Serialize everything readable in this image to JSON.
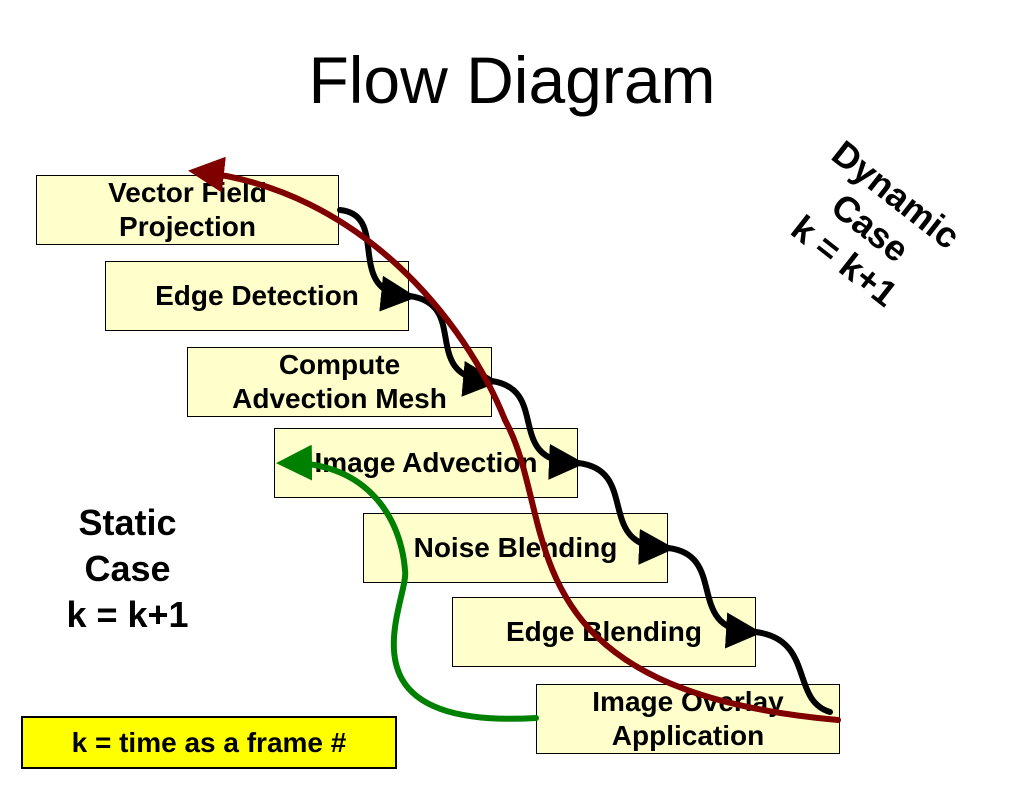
{
  "title": "Flow Diagram",
  "steps": [
    {
      "label": "Vector Field\nProjection"
    },
    {
      "label": "Edge Detection"
    },
    {
      "label": "Compute\nAdvection Mesh"
    },
    {
      "label": "Image Advection"
    },
    {
      "label": "Noise Blending"
    },
    {
      "label": "Edge Blending"
    },
    {
      "label": "Image Overlay\nApplication"
    }
  ],
  "static_case": "Static\nCase\nk = k+1",
  "dynamic_case": "Dynamic\nCase\nk = k+1",
  "note": "k = time as a frame #",
  "colors": {
    "box_fill": "#ffffcc",
    "note_fill": "#ffff00",
    "flow_arrow": "#000000",
    "static_loop": "#008000",
    "dynamic_loop": "#800000"
  }
}
